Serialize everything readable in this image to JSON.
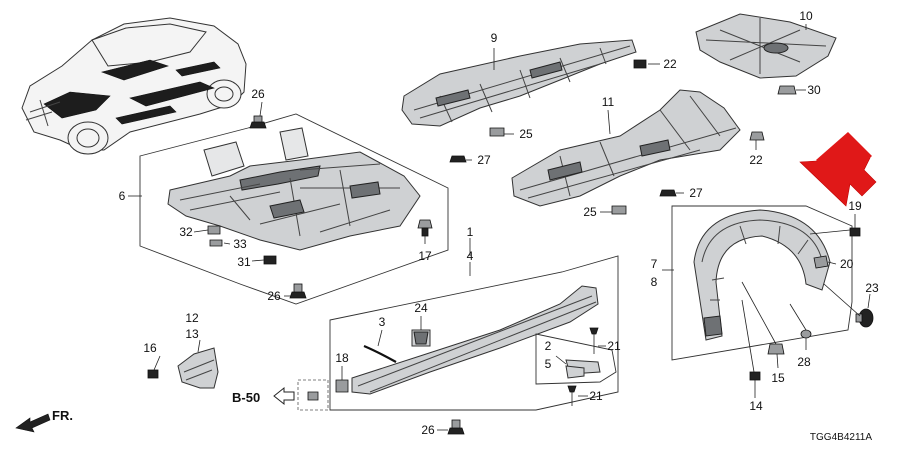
{
  "labels": {
    "p1": "1",
    "p2": "2",
    "p3": "3",
    "p4": "4",
    "p5": "5",
    "p6": "6",
    "p7": "7",
    "p8": "8",
    "p9": "9",
    "p10": "10",
    "p11": "11",
    "p12": "12",
    "p13": "13",
    "p14": "14",
    "p15": "15",
    "p16": "16",
    "p17": "17",
    "p18": "18",
    "p19": "19",
    "p20": "20",
    "p21": "21",
    "p22": "22",
    "p23": "23",
    "p24": "24",
    "p25": "25",
    "p26": "26",
    "p27": "27",
    "p28": "28",
    "p30": "30",
    "p31": "31",
    "p32": "32",
    "p33": "33"
  },
  "reference": "B-50",
  "front_marker": "FR.",
  "diagram_code": "TGG4B4211A",
  "colors": {
    "highlight_arrow": "#e01818",
    "part_fill": "#cfd1d3",
    "line": "#222222"
  }
}
